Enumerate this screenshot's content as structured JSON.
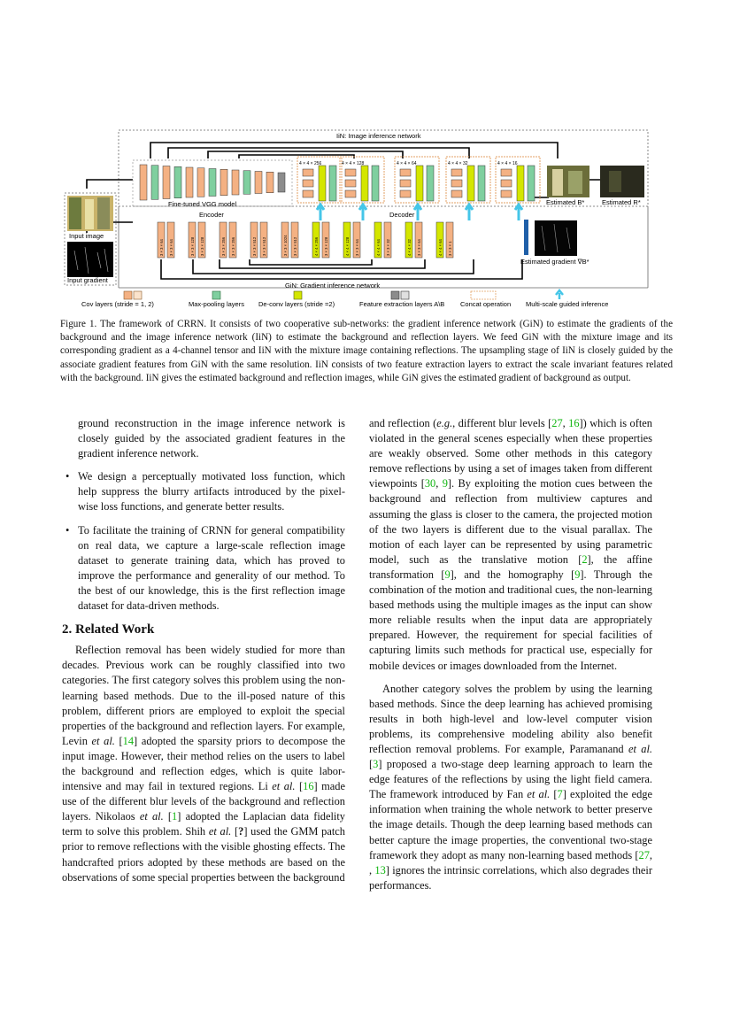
{
  "figure": {
    "iin_label": "IiN: Image inference network",
    "gin_label": "GiN: Gradient inference network",
    "vgg_label": "Fine-tuned VGG model",
    "encoder_label": "Encoder",
    "decoder_label": "Decoder",
    "input_image_label": "Input image",
    "input_gradient_label": "Input gradient",
    "estimated_b_label": "Estimated B*",
    "estimated_r_label": "Estimated R*",
    "estimated_grad_label": "Estimated gradient ∇B*",
    "legend": {
      "cov": "Cov layers (stride = 1, 2)",
      "maxpool": "Max-pooling layers",
      "deconv": "De-conv layers (stride =2)",
      "feature": "Feature extraction layers A\\B",
      "concat": "Concat operation",
      "multiscale": "Multi-scale guided inference"
    },
    "iin_block_labels": [
      "4 × 4 × 256",
      "4 × 4 × 128",
      "4 × 4 × 64",
      "4 × 4 × 32",
      "4 × 4 × 16"
    ],
    "gin_layer_labels": [
      "3 × 3 × 64",
      "3 × 3 × 64",
      "3 × 3 × 128",
      "3 × 3 × 128",
      "3 × 3 × 256",
      "3 × 3 × 256",
      "3 × 3 × 512",
      "3 × 3 × 512",
      "3 × 3 × 1024",
      "3 × 3 × 512",
      "4 × 4 × 256",
      "3 × 3 × 128",
      "4 × 4 × 128",
      "3 × 3 × 64",
      "4 × 4 × 64",
      "3 × 3 × 32",
      "4 × 4 × 32",
      "3 × 3 × 64",
      "4 × 4 × 64",
      "3 × 3 × 1"
    ],
    "colors": {
      "cov": "#f4b183",
      "maxpool": "#7fcf9f",
      "deconv": "#d4e600",
      "feature": "#8c8c8c",
      "multiscale": "#45c6e8",
      "output_bar": "#1f5fa8"
    }
  },
  "caption": "Figure 1. The framework of CRRN. It consists of two cooperative sub-networks: the gradient inference network (GiN) to estimate the gradients of the background and the image inference network (IiN) to estimate the background and reflection layers. We feed GiN with the mixture image and its corresponding gradient as a 4-channel tensor and IiN with the mixture image containing reflections. The upsampling stage of IiN is closely guided by the associate gradient features from GiN with the same resolution. IiN consists of two feature extraction layers to extract the scale invariant features related with the background. IiN gives the estimated background and reflection images, while GiN gives the estimated gradient of background as output.",
  "left": {
    "cont_para": "ground reconstruction in the image inference network is closely guided by the associated gradient features in the gradient inference network.",
    "bullet2": "We design a perceptually motivated loss function, which help suppress the blurry artifacts introduced by the pixel-wise loss functions, and generate better results.",
    "bullet3": "To facilitate the training of CRNN for general compatibility on real data, we capture a large-scale reflection image dataset to generate training data, which has proved to improve the performance and generality of our method. To the best of our knowledge, this is the first reflection image dataset for data-driven methods.",
    "heading": "2. Related Work",
    "rw_p1": "Reflection removal has been widely studied for more than decades. Previous work can be roughly classified into two categories. The first category solves this problem using the non-learning based methods. Due to the ill-posed nature of this problem, different priors are employed to exploit the special properties of the background and reflection layers.",
    "rw_p2a": "For example, Levin ",
    "et_al": "et al.",
    "ref14": "14",
    "rw_p2b": " adopted the sparsity priors to decompose the input image. However, their method relies on the users to label the background and reflection edges, which is quite labor-intensive and may fail in textured regions. Li ",
    "ref16": "16",
    "rw_p2c": " made use of the different blur levels of the background and reflection layers. Nikolaos ",
    "ref1": "1",
    "rw_p2d": " adopted the Laplacian data fidelity term to solve this problem. Shih ",
    "refq": "?",
    "rw_p2e": " used the GMM patch prior to remove reflections with the visible ghosting effects. The handcrafted priors adopted by these methods are based on the observations of some special properties between the background"
  },
  "right": {
    "p1a": "and reflection (",
    "eg": "e.g.",
    "p1b": ", different blur levels [",
    "ref27": "27",
    "ref16": "16",
    "p1c": "]) which is often violated in the general scenes especially when these properties are weakly observed. Some other methods in this category remove reflections by using a set of images taken from different viewpoints [",
    "ref30": "30",
    "ref9": "9",
    "p1d": "]. By exploiting the motion cues between the background and reflection from multiview captures and assuming the glass is closer to the camera, the projected motion of the two layers is different due to the visual parallax. The motion of each layer can be represented by using parametric model, such as the translative motion [",
    "ref2": "2",
    "p1e": "], the affine transformation [",
    "p1f": "], and the homography [",
    "p1g": "]. Through the combination of the motion and traditional cues, the non-learning based methods using the multiple images as the input can show more reliable results when the input data are appropriately prepared. However, the requirement for special facilities of capturing limits such methods for practical use, especially for mobile devices or images downloaded from the Internet.",
    "p2a": "Another category solves the problem by using the learning based methods. Since the deep learning has achieved promising results in both high-level and low-level computer vision problems, its comprehensive modeling ability also benefit reflection removal problems. For example, Paramanand ",
    "et_al": "et al.",
    "ref3": "3",
    "p2b": " proposed a two-stage deep learning approach to learn the edge features of the reflections by using the light field camera. The framework introduced by Fan ",
    "ref7": "7",
    "p2c": " exploited the edge information when training the whole network to better preserve the image details. Though the deep learning based methods can better capture the image properties, the conventional two-stage framework they adopt as many non-learning based methods [",
    "ref13": "13",
    "p2d": "] ignores the intrinsic correlations, which also degrades their performances."
  }
}
